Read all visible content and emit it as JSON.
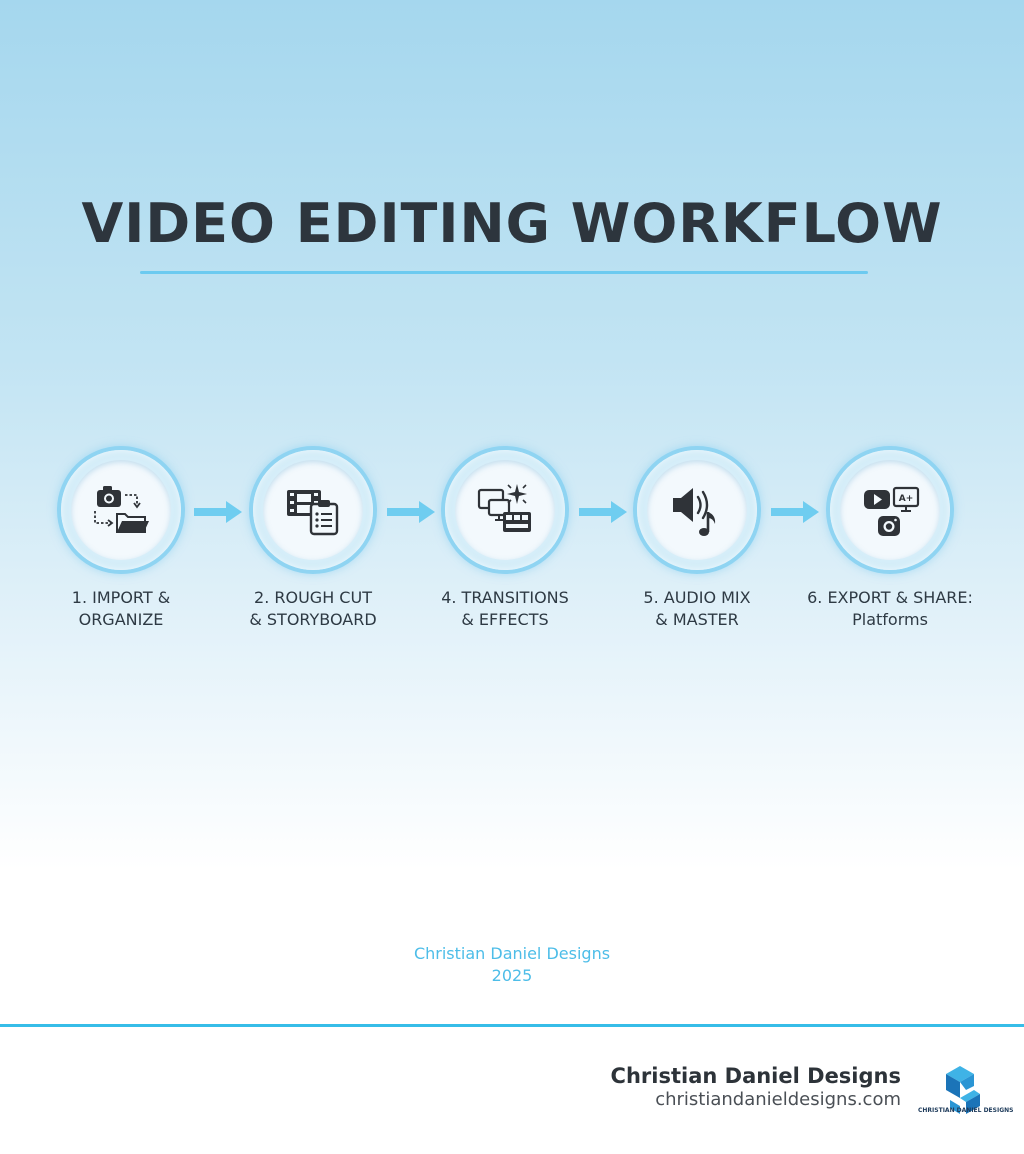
{
  "title": "VIDEO EDITING WORKFLOW",
  "steps": [
    {
      "line1": "1. IMPORT &",
      "line2": "ORGANIZE",
      "icon": "camera-folder-icon"
    },
    {
      "line1": "2. ROUGH CUT",
      "line2": "& STORYBOARD",
      "icon": "filmstrip-clipboard-icon"
    },
    {
      "line1": "4. TRANSITIONS",
      "line2": "& EFFECTS",
      "icon": "screens-sparkle-icon"
    },
    {
      "line1": "5. AUDIO MIX",
      "line2": "& MASTER",
      "icon": "speaker-music-icon"
    },
    {
      "line1": "6. EXPORT & SHARE:",
      "line2": "Platforms",
      "icon": "platforms-share-icon"
    }
  ],
  "credit": {
    "name": "Christian Daniel Designs",
    "year": "2025"
  },
  "footer": {
    "brand": "Christian Daniel Designs",
    "url": "christiandanieldesigns.com",
    "logo_text": "CHRISTIAN DANIEL DESIGNS"
  },
  "colors": {
    "accent": "#36bde8",
    "title": "#2d353d",
    "icon": "#2f3338",
    "arrow": "#6fcdf0"
  }
}
